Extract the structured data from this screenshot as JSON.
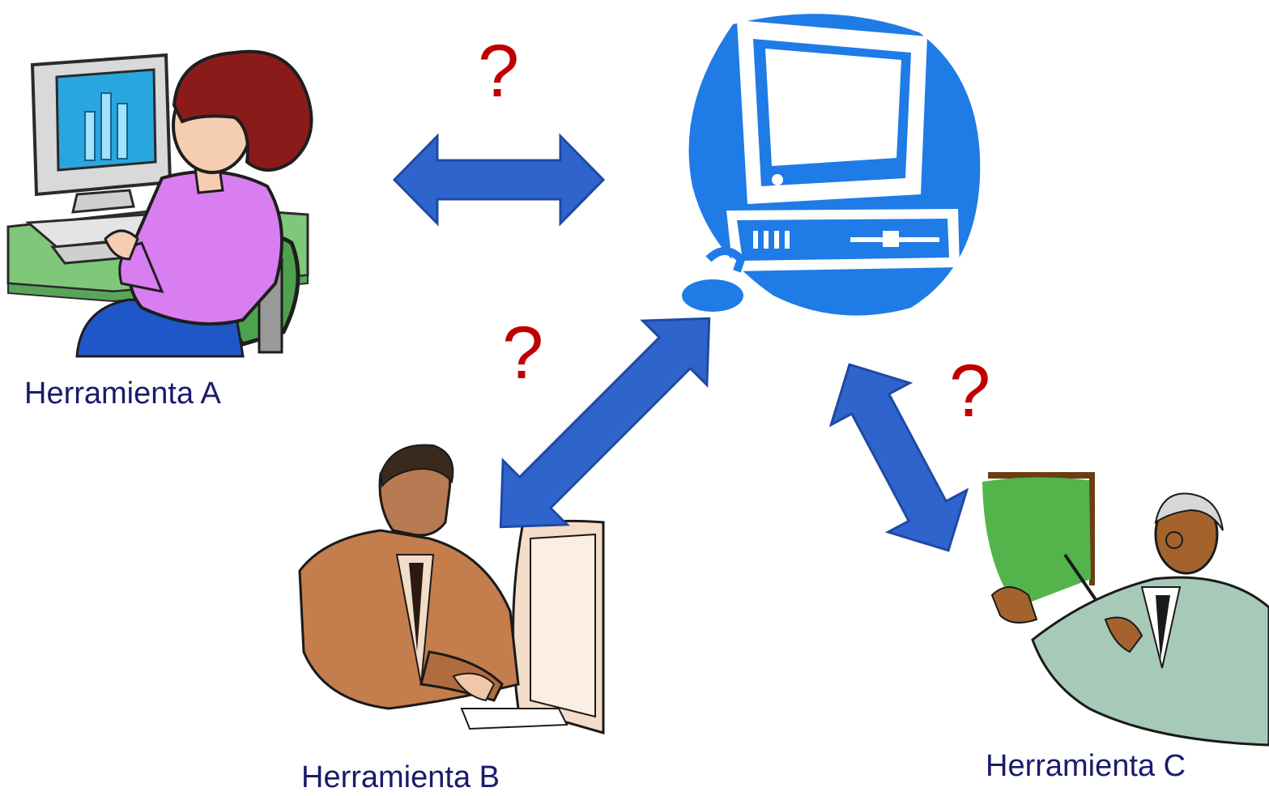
{
  "diagram": {
    "labels": {
      "tool_a": "Herramienta A",
      "tool_b": "Herramienta B",
      "tool_c": "Herramienta C"
    },
    "question_mark": "?",
    "colors": {
      "arrow": "#2f64cc",
      "arrow_stroke": "#1e4aa3",
      "question": "#c00000",
      "label": "#1a1a6e",
      "computer": "#1f7be6"
    }
  }
}
